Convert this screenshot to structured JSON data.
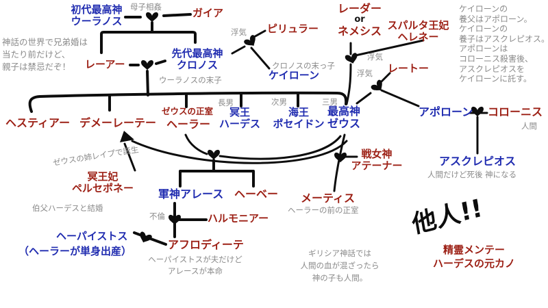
{
  "title": "ギリシア神話 家系図",
  "colors": {
    "god_blue": "#202cb0",
    "female_red": "#9c1f14",
    "note_gray": "#8a8a8a",
    "line_black": "#0d0d0d",
    "background": "#ffffff"
  },
  "icons": {
    "heart": "couple-heart",
    "arrow": "birth-arrow"
  },
  "nodes": {
    "uranus_title": "初代最高神",
    "uranus_name": "ウーラノス",
    "gaia": "ガイア",
    "rhea": "レーアー",
    "cronus_title": "先代最高神",
    "cronus_name": "クロノス",
    "philyra": "ピリュラー",
    "chiron": "ケイローン",
    "leda": "レーダー",
    "or_word": "or",
    "nemesis": "ネメシス",
    "helen_title": "スパルタ王妃",
    "helen_name": "ヘレネー",
    "leto": "レートー",
    "hestia": "ヘスティアー",
    "demeter": "デメーレーテー",
    "hera_title": "ゼウスの正室",
    "hera": "ヘーラー",
    "hades_title": "冥王",
    "hades": "ハーデス",
    "poseidon_title": "海王",
    "poseidon": "ポセイドン",
    "zeus_title": "最高神",
    "zeus": "ゼウス",
    "persephone_title": "冥王妃",
    "persephone": "ペルセポネー",
    "ares": "軍神アレース",
    "hebe": "ヘーベー",
    "harmonia": "ハルモニアー",
    "hephaestus": "ヘーパイストス",
    "hephaestus_sub": "（ヘーラーが単身出産）",
    "aphrodite": "アフロディーテ",
    "metis": "メーティス",
    "athena_title": "戦女神",
    "athena": "アテーナー",
    "apollo": "アポローン",
    "coronis": "コローニス",
    "asclepius": "アスクレピオス",
    "minthe_title": "精霊メンテー",
    "minthe_sub": "ハーデスの元カノ",
    "tanin": "他人!!"
  },
  "annotations": {
    "incest": "母子相姦",
    "left_note_1": "神話の世界で兄弟婚は",
    "left_note_2": "当たり前だけど、",
    "left_note_3": "親子は禁忌だぞ！",
    "cronus_note": "ウーラノスの末子",
    "affair_1": "浮気",
    "affair_2": "浮気",
    "affair_3": "浮気",
    "chiron_note": "クロノスの末っ子",
    "right_note_1": "ケイローンの",
    "right_note_2": "養父はアポローン。",
    "right_note_3": "ケイローンの",
    "right_note_4": "養子はアスクレピオス。",
    "right_note_5": "アポローンは",
    "right_note_6": "コローニス殺害後、",
    "right_note_7": "アスクレピオスを",
    "right_note_8": "ケイローンに託す。",
    "son_1": "長男",
    "son_2": "次男",
    "son_3": "三男",
    "rape_note": "ゼウスの姉レイプで誕生",
    "persephone_note": "伯父ハーデスと結婚",
    "furin": "不倫",
    "aphrodite_note_1": "ヘーパイストスが夫だけど",
    "aphrodite_note_2": "アレースが本命",
    "metis_note": "ヘーラーの前の正室",
    "coronis_note": "人間",
    "asclepius_note": "人間だけど死後 神になる",
    "greek_note_1": "ギリシア神話では",
    "greek_note_2": "人間の血が混ざったら",
    "greek_note_3": "神の子も人間。"
  }
}
